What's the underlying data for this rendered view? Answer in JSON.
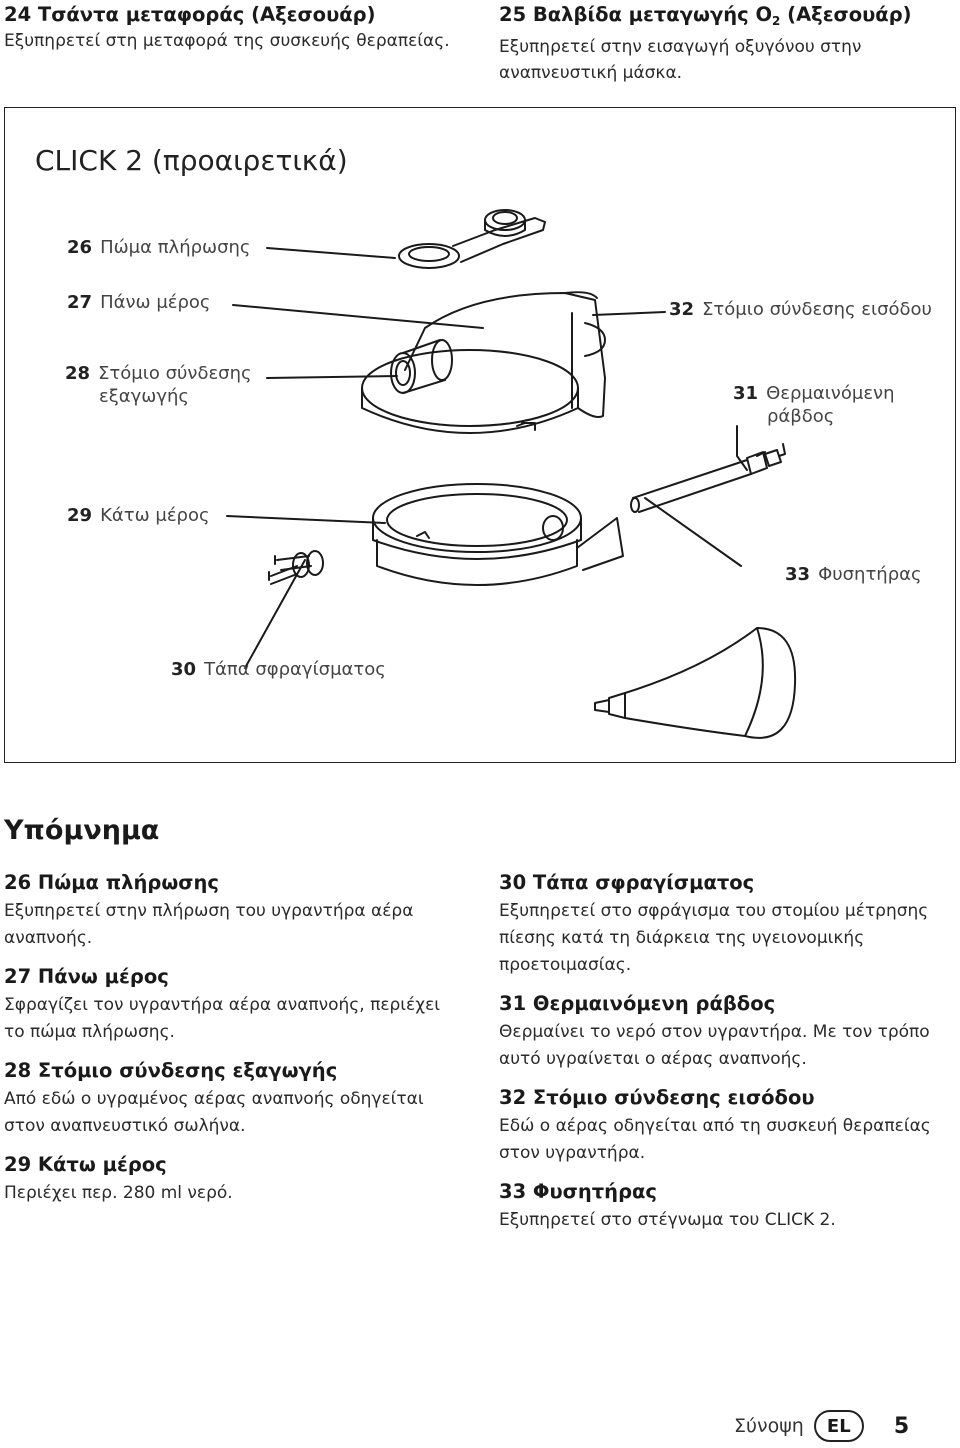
{
  "top": {
    "left": {
      "heading": "24 Τσάντα μεταφοράς (Αξεσουάρ)",
      "text": "Εξυπηρετεί στη μεταφορά της συσκευής θεραπείας."
    },
    "right": {
      "heading_pre": "25 Βαλβίδα μεταγωγής O",
      "heading_sub": "2",
      "heading_post": " (Αξεσουάρ)",
      "text": "Εξυπηρετεί στην εισαγωγή οξυγόνου στην αναπνευστική μάσκα."
    }
  },
  "figure": {
    "title": "CLICK 2 (προαιρετικά)",
    "labels": [
      {
        "num": "26",
        "text": "Πώμα πλήρωσης"
      },
      {
        "num": "27",
        "text": "Πάνω μέρος"
      },
      {
        "num": "28",
        "text": "Στόμιο σύνδεσης",
        "text2": "εξαγωγής"
      },
      {
        "num": "29",
        "text": "Κάτω μέρος"
      },
      {
        "num": "30",
        "text": "Τάπα σφραγίσματος"
      },
      {
        "num": "31",
        "text": "Θερμαινόμενη",
        "text2": "ράβδος"
      },
      {
        "num": "32",
        "text": "Στόμιο σύνδεσης εισόδου"
      },
      {
        "num": "33",
        "text": "Φυσητήρας"
      }
    ]
  },
  "legend": {
    "title": "Υπόμνημα",
    "left": [
      {
        "heading": "26 Πώμα πλήρωσης",
        "text": "Εξυπηρετεί στην πλήρωση του υγραντήρα αέρα αναπνοής."
      },
      {
        "heading": "27 Πάνω μέρος",
        "text": "Σφραγίζει τον υγραντήρα αέρα αναπνοής, περιέχει το πώμα πλήρωσης."
      },
      {
        "heading": "28 Στόμιο σύνδεσης εξαγωγής",
        "text": "Από εδώ ο υγραμένος αέρας αναπνοής οδηγείται στον αναπνευστικό σωλήνα."
      },
      {
        "heading": "29 Κάτω μέρος",
        "text": "Περιέχει περ. 280 ml νερό."
      }
    ],
    "right": [
      {
        "heading": "30 Τάπα σφραγίσματος",
        "text": "Εξυπηρετεί στο σφράγισμα του στομίου μέτρησης πί­εσης κατά τη διάρκεια της υγειονομικής προετοιμασίας."
      },
      {
        "heading": "31 Θερμαινόμενη ράβδος",
        "text": "Θερμαίνει το νερό στον υγραντήρα. Με τον τρόπο αυτό υγραίνεται ο αέρας αναπνοής."
      },
      {
        "heading": "32 Στόμιο σύνδεσης εισόδου",
        "text": "Εδώ ο αέρας οδηγείται από τη συσκευή θεραπείας στον υγραντήρα."
      },
      {
        "heading": "33 Φυσητήρας",
        "text": "Εξυπηρετεί στο στέγνωμα του CLICK 2."
      }
    ]
  },
  "footer": {
    "section": "Σύνοψη",
    "lang": "EL",
    "page": "5"
  }
}
